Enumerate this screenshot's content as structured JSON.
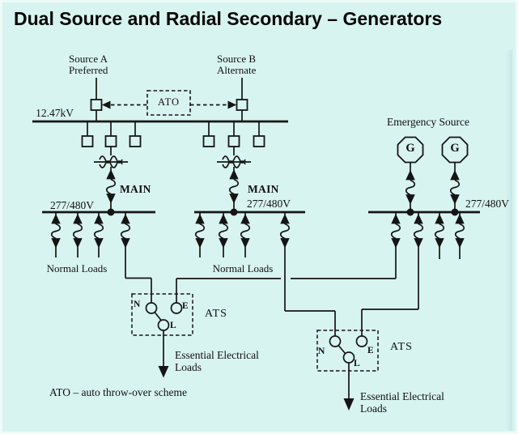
{
  "title": "Dual Source and Radial Secondary – Generators",
  "colors": {
    "background": "#d8f4f0",
    "line": "#151515",
    "text": "#101010"
  },
  "diagram": {
    "primary_bus_voltage": "12.47kV",
    "ato": {
      "label": "ATO"
    },
    "source_a": {
      "line1": "Source A",
      "line2": "Preferred"
    },
    "source_b": {
      "line1": "Source B",
      "line2": "Alternate"
    },
    "left_main": {
      "label": "MAIN",
      "bus_voltage": "277/480V",
      "loads_label": "Normal Loads"
    },
    "right_main": {
      "label": "MAIN",
      "bus_voltage": "277/480V",
      "loads_label": "Normal Loads"
    },
    "emergency": {
      "title": "Emergency Source",
      "bus_voltage": "277/480V",
      "gen1": "G",
      "gen2": "G"
    },
    "ats1": {
      "normal": "N",
      "emergency": "E",
      "load": "L",
      "label": "ATS",
      "loads_line1": "Essential Electrical",
      "loads_line2": "Loads"
    },
    "ats2": {
      "normal": "N",
      "emergency": "E",
      "load": "L",
      "label": "ATS",
      "loads_line1": "Essential Electrical",
      "loads_line2": "Loads"
    },
    "footnote": "ATO – auto throw-over scheme"
  }
}
